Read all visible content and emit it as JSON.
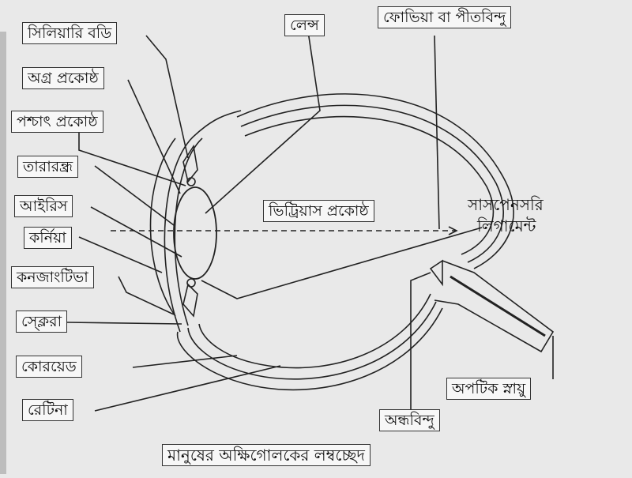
{
  "diagram": {
    "title": "মানুষের অক্ষিগোলকের লম্বচ্ছেদ",
    "labels": {
      "ciliary_body": "সিলিয়ারি বডি",
      "anterior_chamber": "অগ্র প্রকোষ্ঠ",
      "posterior_chamber": "পশ্চাৎ প্রকোষ্ঠ",
      "pupil": "তারারন্ধ্র",
      "iris": "আইরিস",
      "cornea": "কর্নিয়া",
      "conjunctiva": "কনজাংটিভা",
      "sclera": "স্ক্লেরা",
      "choroid": "কোরয়েড",
      "retina": "রেটিনা",
      "lens": "লেন্স",
      "fovea": "ফোভিয়া বা পীতবিন্দু",
      "vitreous_chamber": "ভিট্রিয়াস প্রকোষ্ঠ",
      "suspensory_ligament_line1": "সাসপেনসরি",
      "suspensory_ligament_line2": "লিগামেন্ট",
      "blind_spot": "অন্ধবিন্দু",
      "optic_nerve": "অপটিক স্নায়ু"
    }
  }
}
